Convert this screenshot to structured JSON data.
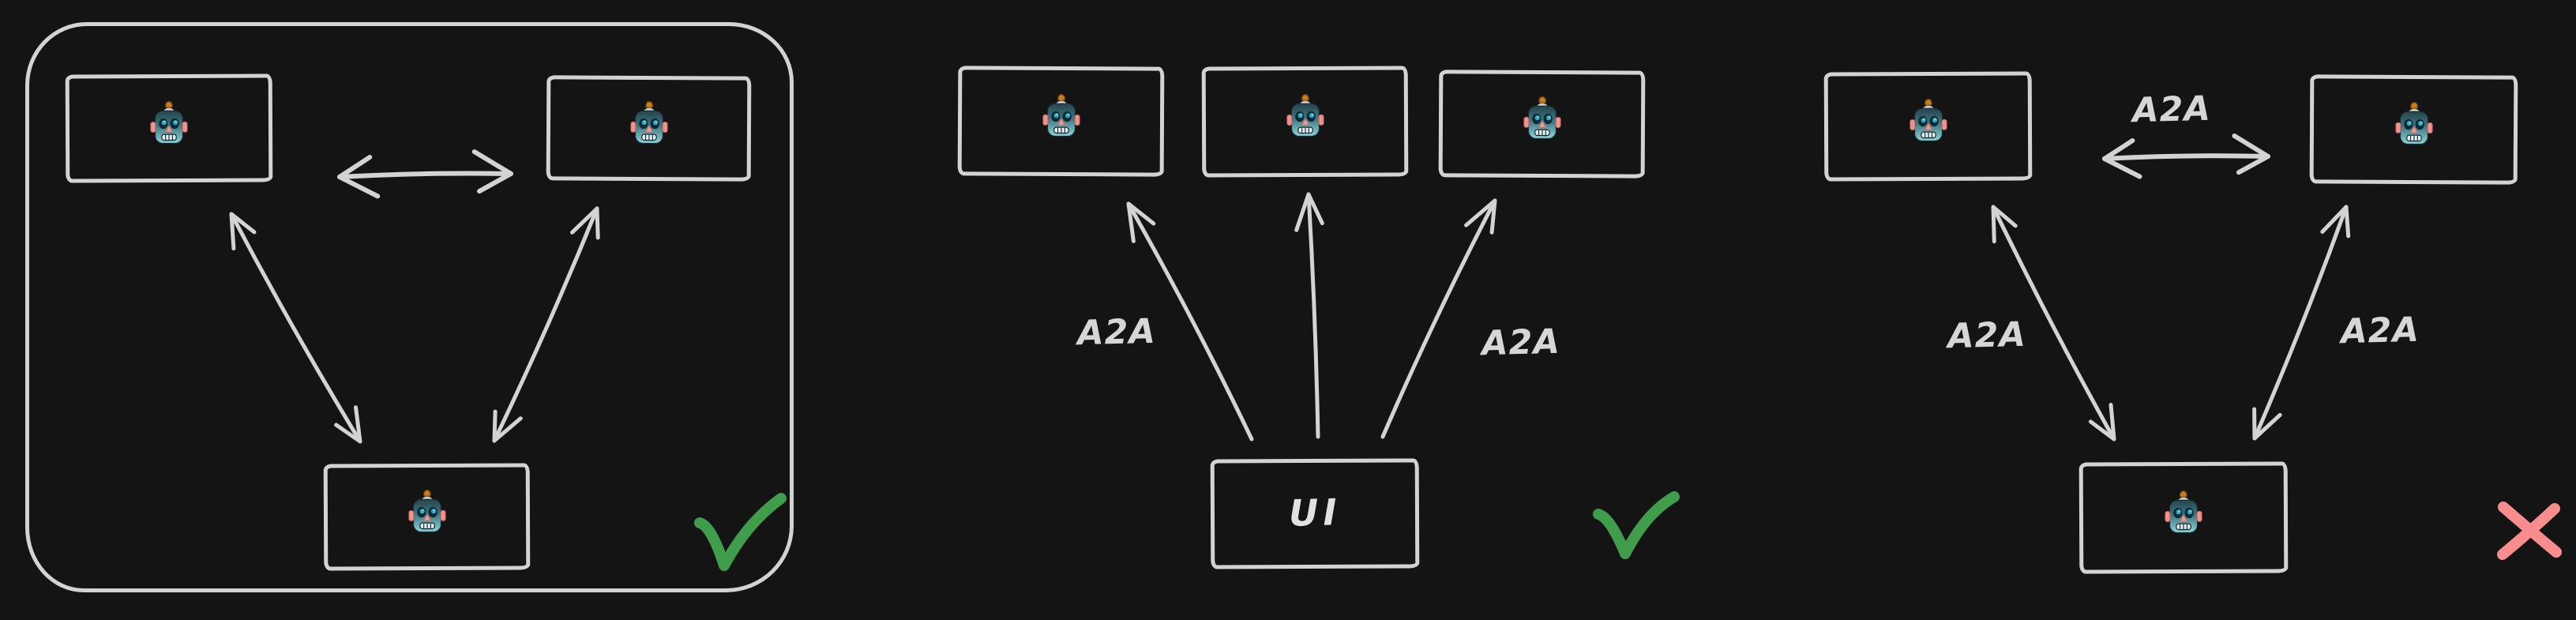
{
  "colors": {
    "background": "#141414",
    "stroke": "#d3d3d3",
    "label_text": "#d6d6d6",
    "check_green": "#3f9d4b",
    "cross_red": "#f98d8d",
    "robot_head_top": "#26444c",
    "robot_head_bottom": "#8fd3d5",
    "robot_ear_nose": "#f0938f",
    "robot_eye_iris": "#31aec6",
    "robot_antenna": "#c87d1f"
  },
  "left_panel": {
    "name": "agents communicating peer-to-peer inside one group",
    "agents": [
      "robot-face",
      "robot-face",
      "robot-face"
    ],
    "verdict_icon": "check"
  },
  "middle_panel": {
    "name": "UI orchestrating agents over A2A",
    "agents": [
      "robot-face",
      "robot-face",
      "robot-face"
    ],
    "ui_label": "UI",
    "arrow_labels": {
      "left": "A2A",
      "right": "A2A"
    },
    "verdict_icon": "check"
  },
  "right_panel": {
    "name": "agents wired directly to each other over A2A",
    "agents": [
      "robot-face",
      "robot-face",
      "robot-face"
    ],
    "arrow_labels": {
      "top": "A2A",
      "left": "A2A",
      "right": "A2A"
    },
    "verdict_icon": "cross"
  }
}
